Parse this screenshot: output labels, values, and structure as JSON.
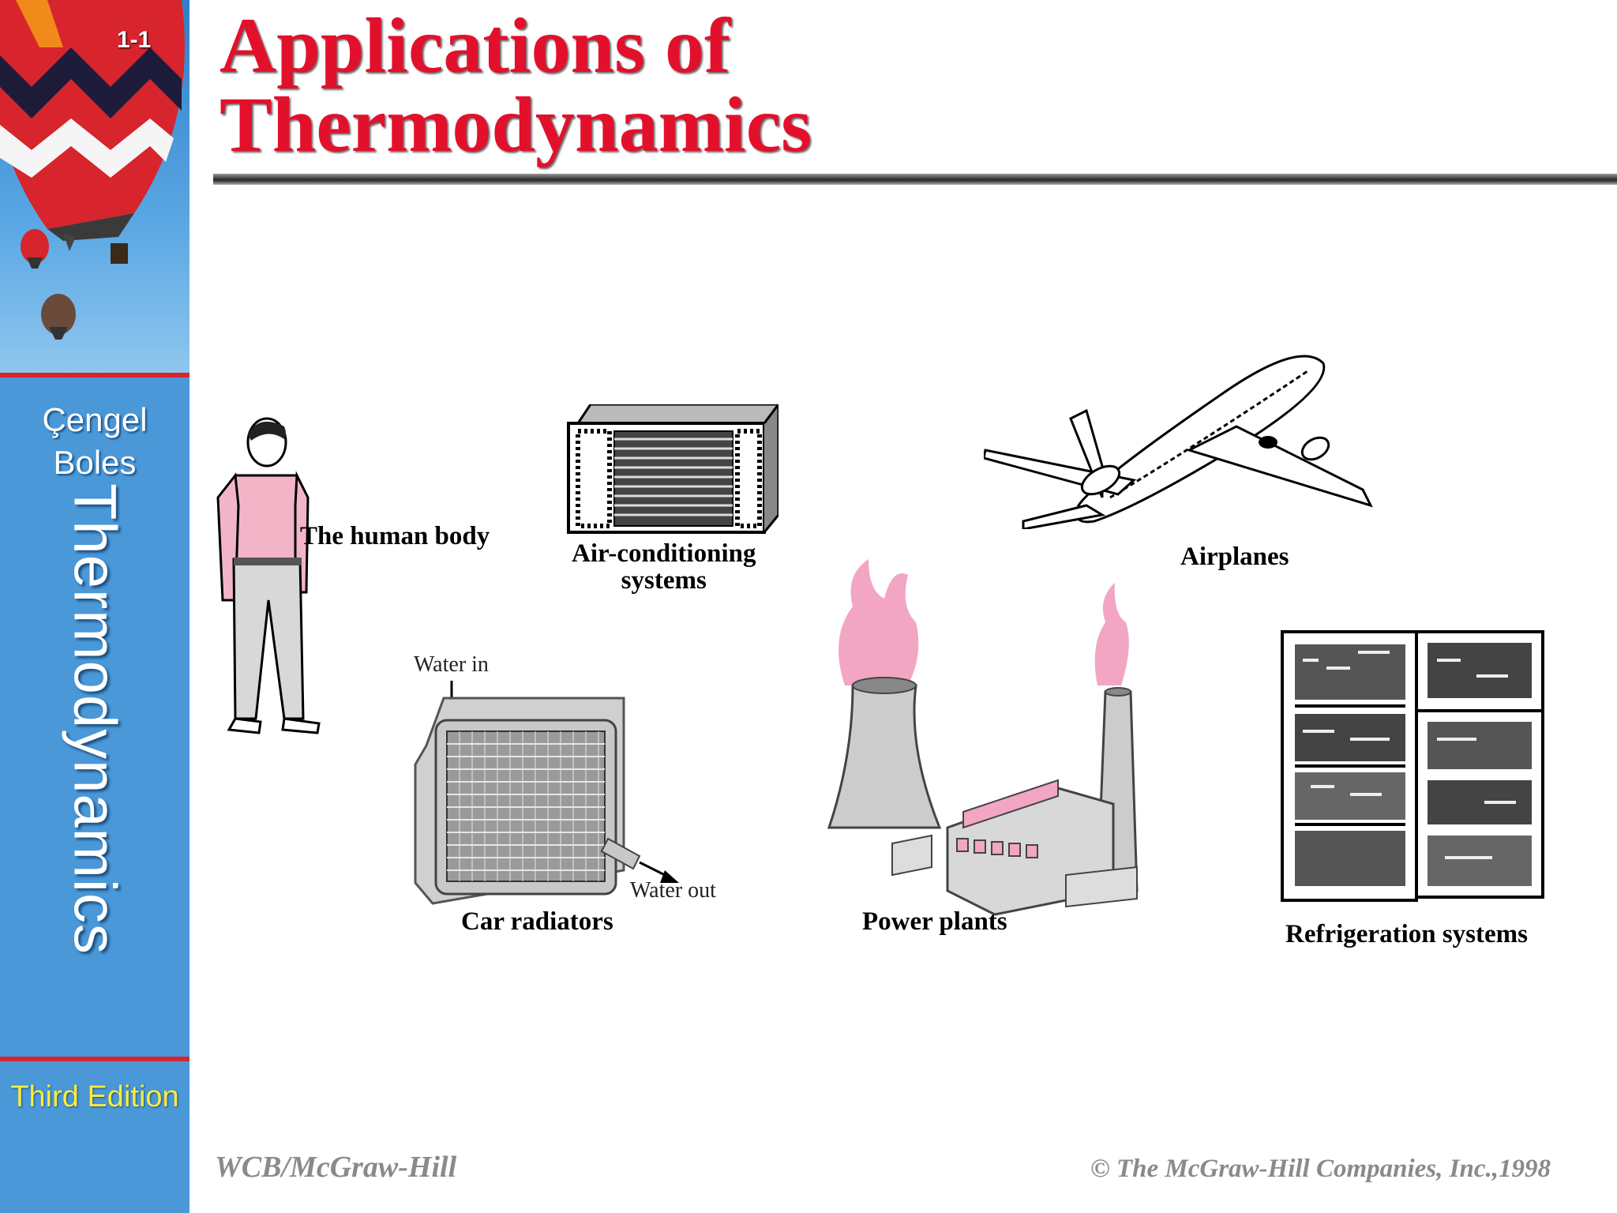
{
  "sidebar": {
    "slide_number": "1-1",
    "author_1": "Çengel",
    "author_2": "Boles",
    "book_title": "Thermodynamics",
    "edition": "Third Edition"
  },
  "slide": {
    "title_line_1": "Applications of",
    "title_line_2": "Thermodynamics"
  },
  "items": {
    "human_body": "The human body",
    "air_conditioning_1": "Air-conditioning",
    "air_conditioning_2": "systems",
    "airplanes": "Airplanes",
    "car_radiators": "Car radiators",
    "water_in": "Water in",
    "water_out": "Water out",
    "power_plants": "Power plants",
    "refrigeration": "Refrigeration systems"
  },
  "footer": {
    "publisher": "WCB/McGraw-Hill",
    "copyright": "© The McGraw-Hill Companies, Inc.,1998"
  },
  "colors": {
    "title_red": "#e3102c",
    "sidebar_blue": "#4a98d8",
    "edition_yellow": "#ffec3a",
    "accent_pink": "#f2a6c4"
  }
}
